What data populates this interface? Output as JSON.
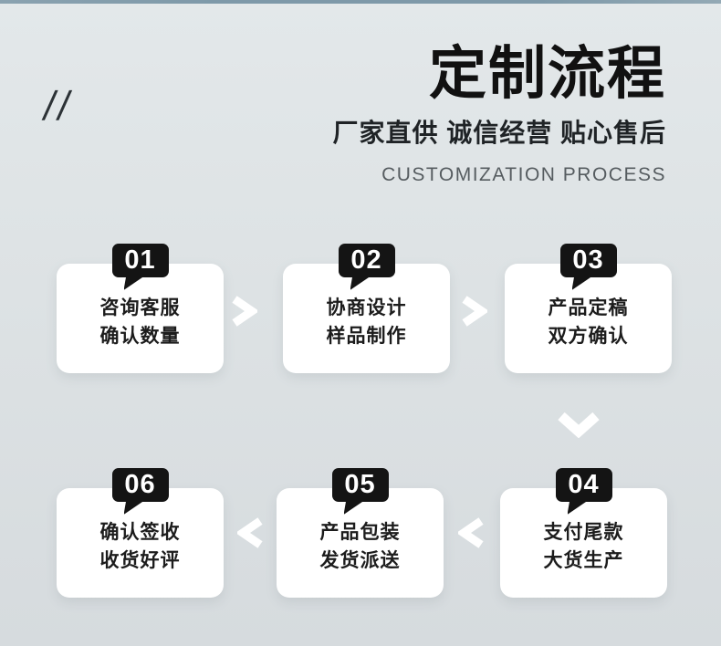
{
  "header": {
    "title": "定制流程",
    "subtitle": "厂家直供 诚信经营 贴心售后",
    "subtitle_en": "CUSTOMIZATION PROCESS"
  },
  "decor": {
    "slashes": "//"
  },
  "colors": {
    "top_bar": "#7e99a9",
    "background": "#dde2e4",
    "badge_bg": "#141414",
    "badge_text": "#ffffff",
    "card_bg": "#ffffff",
    "card_text": "#1c1c1c",
    "title_text": "#111111",
    "subtitle_en_text": "#565c60",
    "arrow": "#ffffff"
  },
  "steps": [
    {
      "num": "01",
      "line1": "咨询客服",
      "line2": "确认数量"
    },
    {
      "num": "02",
      "line1": "协商设计",
      "line2": "样品制作"
    },
    {
      "num": "03",
      "line1": "产品定稿",
      "line2": "双方确认"
    },
    {
      "num": "04",
      "line1": "支付尾款",
      "line2": "大货生产"
    },
    {
      "num": "05",
      "line1": "产品包装",
      "line2": "发货派送"
    },
    {
      "num": "06",
      "line1": "确认签收",
      "line2": "收货好评"
    }
  ],
  "flow": {
    "row1_direction": "left-to-right",
    "row2_direction": "right-to-left"
  }
}
